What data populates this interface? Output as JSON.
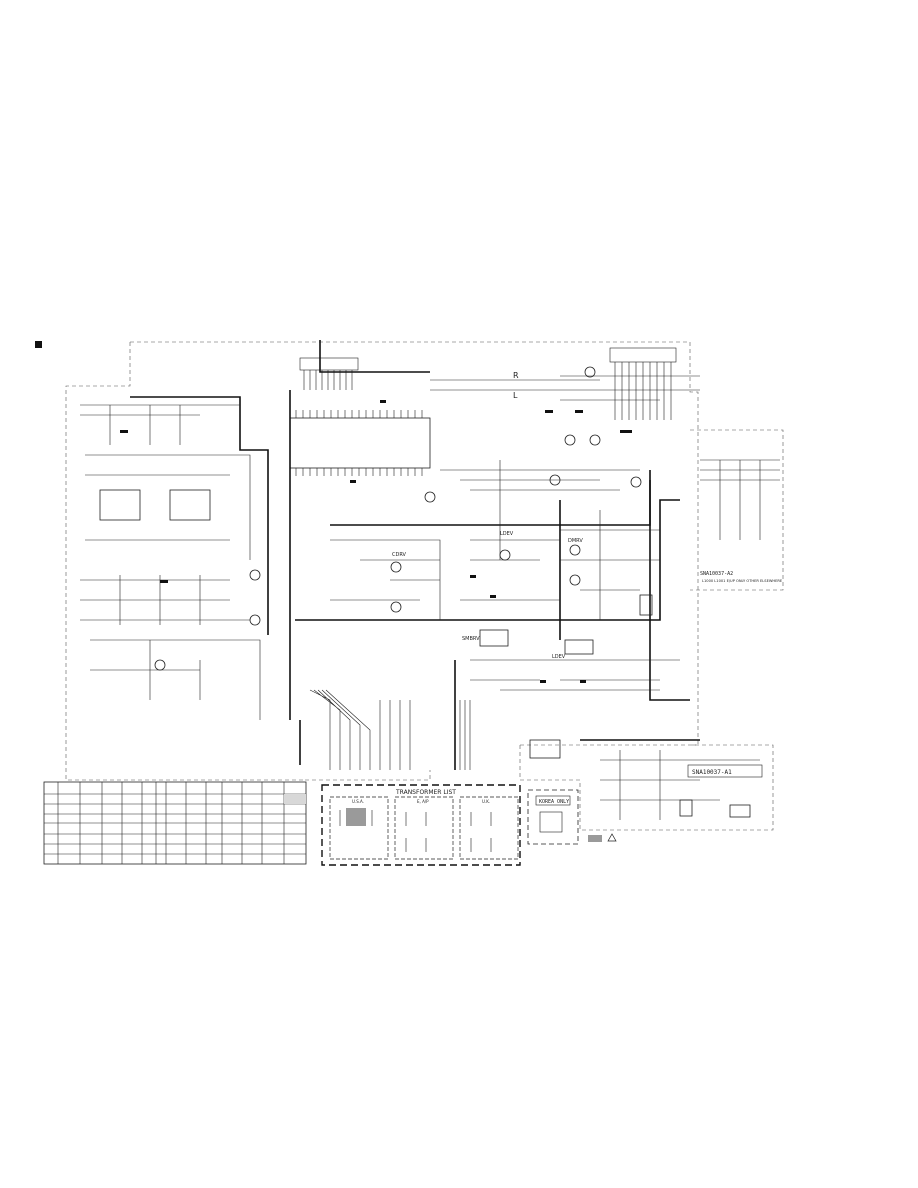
{
  "labels": {
    "channel_r": "R",
    "channel_l": "L",
    "ic_pwr_a": "CDRV",
    "ic_pwr_b": "LDEV",
    "ic_pwr_c": "DMRV",
    "ic_pwr_d": "SMBRV",
    "ic_pwr_e": "LDEV",
    "model_code_top": "SNA10037-A2",
    "model_code_bottom": "SNA10037-A1",
    "note_bottom_right": "L1000 L1001 E/UP ONLY OTHER ELSEWHERE",
    "transformer_list_title": "TRANSFORMER LIST",
    "tf_a": "U.S.A.",
    "tf_b": "E, A/P",
    "tf_c": "U.K.",
    "korea_only": "KOREA ONLY"
  },
  "table": {
    "rows": 8,
    "cols": 14
  },
  "colors": {
    "ink": "#222222",
    "background": "#ffffff",
    "swatch": "#9a9a9a"
  }
}
